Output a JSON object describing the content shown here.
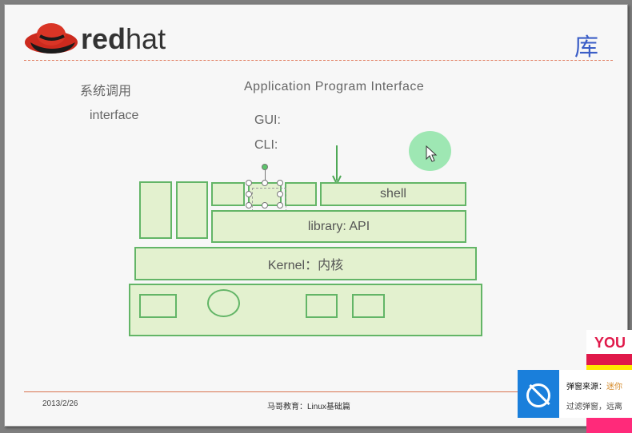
{
  "slide": {
    "brand": {
      "red": "red",
      "hat": "hat"
    },
    "title": "库",
    "labels": {
      "syscall": "系统调用",
      "interface": "interface",
      "api": "Application Program Interface",
      "gui": "GUI:",
      "cli": "CLI:"
    },
    "boxes": {
      "shell": "shell",
      "library": "library: API",
      "kernel": "Kernel：内核"
    },
    "footer": {
      "date": "2013/2/26",
      "center": "马哥教育：Linux基础篇"
    }
  },
  "popup": {
    "line1_prefix": "弹窗来源：",
    "line1_link": "迷你",
    "line2": "过滤弹窗，远离"
  },
  "ad": {
    "text": "YOU"
  },
  "colors": {
    "accent": "#e17a5c",
    "box_fill": "#e3f1cf",
    "box_border": "#63b567",
    "title": "#3b5ec7",
    "popup_blue": "#1a7fdb"
  }
}
